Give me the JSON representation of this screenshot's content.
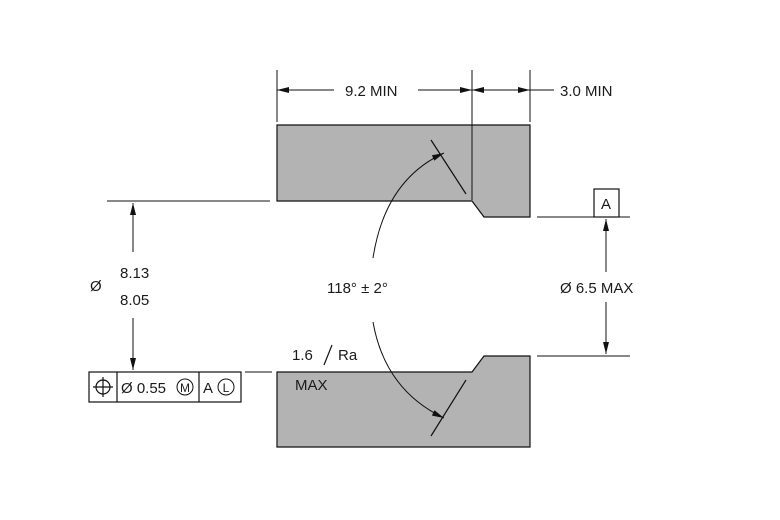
{
  "dimensions": {
    "length_min": "9.2 MIN",
    "step_min": "3.0 MIN",
    "bore_symbol": "Ø",
    "bore_upper": "8.13",
    "bore_lower": "8.05",
    "small_bore": "Ø 6.5 MAX",
    "angle": "118° ± 2°"
  },
  "datum": {
    "label": "A"
  },
  "finish": {
    "value": "1.6",
    "symbol": "Ra",
    "qualifier": "MAX"
  },
  "feature_control_frame": {
    "symbol": "⊕",
    "tolerance": "Ø 0.55",
    "modifier": "M",
    "datum": "A",
    "datum_modifier": "L"
  },
  "colors": {
    "part_fill": "#b3b3b3",
    "line": "#111111"
  }
}
